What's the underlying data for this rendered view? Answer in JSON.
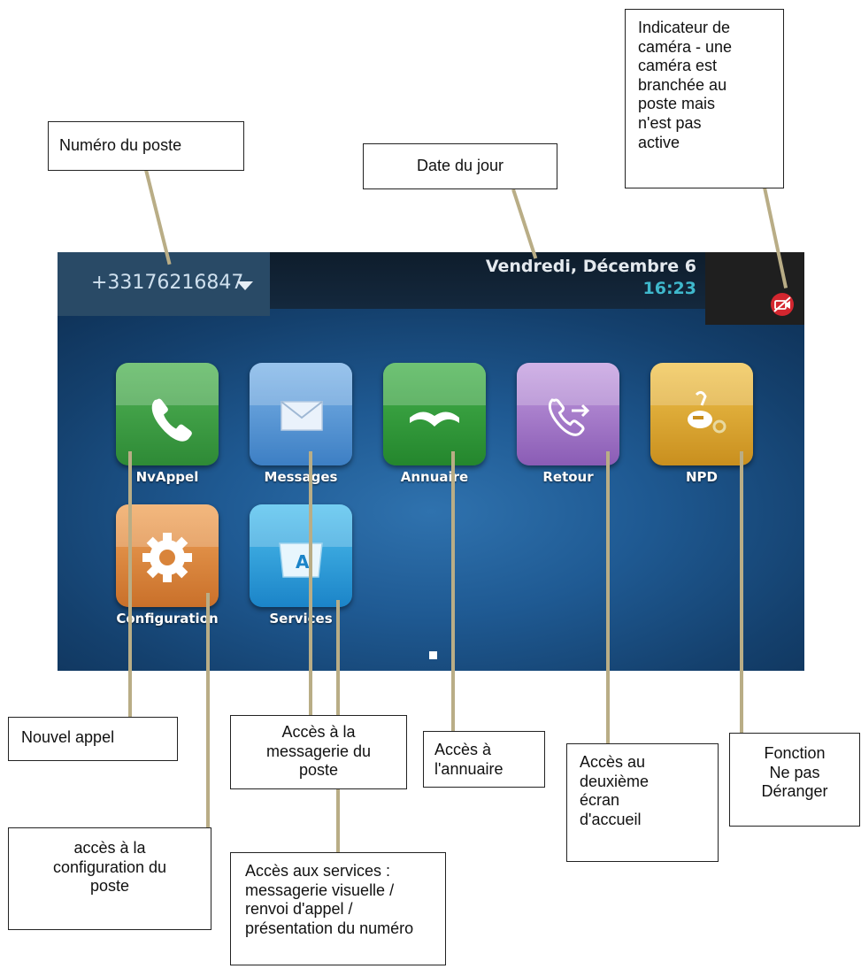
{
  "phone": {
    "extension_number": "+33176216847",
    "date": "Vendredi, Décembre 6",
    "time": "16:23",
    "tiles": [
      {
        "label": "NvAppel",
        "icon": "handset-icon",
        "color": "#3a9a3f"
      },
      {
        "label": "Messages",
        "icon": "envelope-icon",
        "color": "#4a8fd0"
      },
      {
        "label": "Annuaire",
        "icon": "open-book-icon",
        "color": "#2f9a3a"
      },
      {
        "label": "Retour",
        "icon": "call-forward-icon",
        "color": "#9a6fc0"
      },
      {
        "label": "NPD",
        "icon": "do-not-disturb-icon",
        "color": "#d8a233"
      },
      {
        "label": "Configuration",
        "icon": "gear-icon",
        "color": "#d9843a"
      },
      {
        "label": "Services",
        "icon": "folder-icon",
        "color": "#2a9ad8"
      }
    ],
    "camera_icon": "camera-off-icon",
    "camera_color": "#d3262f"
  },
  "callouts": {
    "numero_poste": "Numéro du poste",
    "date_jour": "Date du jour",
    "indicateur_camera": "Indicateur de\ncaméra  - une\ncaméra est\nbranchée au\nposte mais\nn'est pas\nactive",
    "nouvel_appel": "Nouvel appel",
    "acces_messagerie": "Accès à la\nmessagerie du\nposte",
    "acces_annuaire": "Accès   à\nl'annuaire",
    "acces_deuxieme_ecran": "Accès       au\ndeuxième\nécran\nd'accueil",
    "fonction_npd": "Fonction\nNe pas\nDéranger",
    "acces_configuration": "accès à la\nconfiguration du\nposte",
    "acces_services": "Accès aux services :\nmessagerie visuelle /\nrenvoi d'appel /\nprésentation du numéro"
  }
}
